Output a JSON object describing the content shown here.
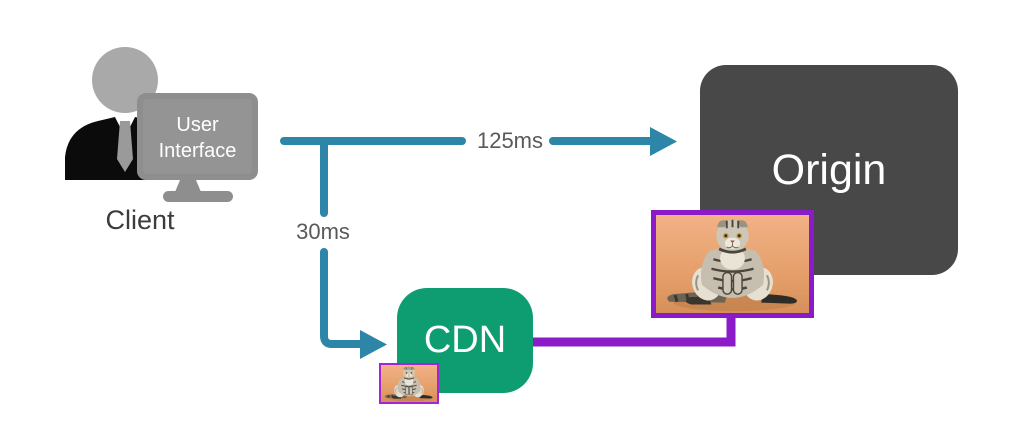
{
  "nodes": {
    "client": {
      "label": "Client",
      "monitor_line1": "User",
      "monitor_line2": "Interface",
      "icon": "person-at-monitor-icon"
    },
    "cdn": {
      "label": "CDN"
    },
    "origin": {
      "label": "Origin"
    }
  },
  "edges": {
    "client_to_origin": {
      "label": "125ms",
      "style": "teal-arrow"
    },
    "client_to_cdn": {
      "label": "30ms",
      "style": "teal-arrow"
    },
    "cdn_to_origin_image": {
      "label": "",
      "style": "purple-line"
    }
  },
  "images": {
    "origin_cat": "cat-photo-full-size",
    "cdn_cat": "cat-photo-small-cached-copy"
  },
  "colors": {
    "arrow_teal": "#2D86A8",
    "connector_purple": "#8B1AC9",
    "thumb_border_purple": "#A524D8",
    "origin_box": "#484848",
    "cdn_box": "#0E9D70",
    "edge_label": "#595959",
    "client_label": "#3C3C3C",
    "node_text": "#FFFFFF"
  }
}
